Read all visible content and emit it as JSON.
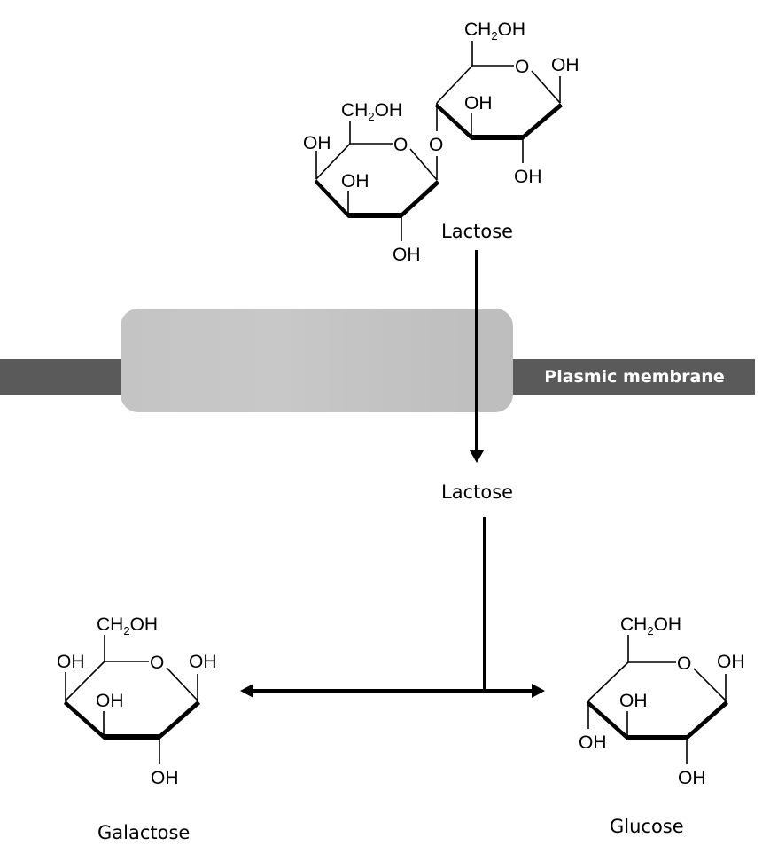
{
  "diagram": {
    "membrane_label": "Plasmic membrane",
    "labels": {
      "lactose_outside": "Lactose",
      "lactose_inside": "Lactose",
      "galactose": "Galactose",
      "glucose": "Glucose"
    },
    "molecules": {
      "lactose": {
        "galactose_unit": {
          "ch2oh": "CH2OH",
          "ring_o": "O",
          "oh_c4": "OH",
          "oh_c3": "OH",
          "oh_c2": "OH"
        },
        "link_o": "O",
        "glucose_unit": {
          "ch2oh": "CH2OH",
          "ring_o": "O",
          "oh_c1": "OH",
          "oh_c3": "OH",
          "oh_c2": "OH"
        }
      },
      "galactose": {
        "ch2oh": "CH2OH",
        "ring_o": "O",
        "oh_c1": "OH",
        "oh_c4": "OH",
        "oh_c3": "OH",
        "oh_c2": "OH"
      },
      "glucose": {
        "ch2oh": "CH2OH",
        "ring_o": "O",
        "oh_c1": "OH",
        "oh_c4": "OH",
        "oh_c3": "OH",
        "oh_c2": "OH"
      }
    },
    "colors": {
      "membrane": "#5a5a5a",
      "protein": "#c4c4c4",
      "arrow": "#000000"
    }
  }
}
